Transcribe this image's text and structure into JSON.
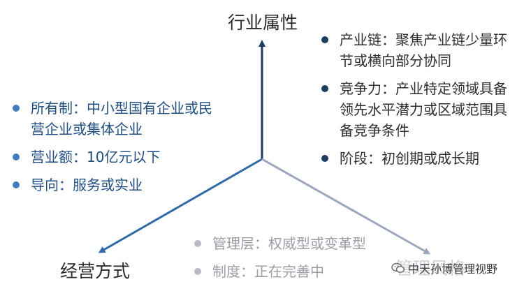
{
  "axes": {
    "top": "行业属性",
    "left": "经营方式",
    "right": "管理风格"
  },
  "top_right_list": [
    "产业链：聚焦产业链少量环节或横向部分协同",
    "竞争力：产业特定领域具备领先水平潜力或区域范围具备竞争条件",
    "阶段：初创期或成长期"
  ],
  "left_list": [
    "所有制：中小型国有企业或民营企业或集体企业",
    "营业额：10亿元以下",
    "导向：服务或实业"
  ],
  "bottom_list": [
    "管理层：权威型或变革型",
    "制度：正在完善中"
  ],
  "watermark": "中天孙博管理视野",
  "colors": {
    "up_arrow": "#1d3d63",
    "left_arrow": "#2e6aa8",
    "right_arrow": "#9aa7bd",
    "top_right_bullet": "#1d3d63",
    "left_bullet": "#3f7cc2",
    "bottom_bullet": "#b8bcc4"
  },
  "icons": {
    "watermark": "wechat-icon"
  }
}
